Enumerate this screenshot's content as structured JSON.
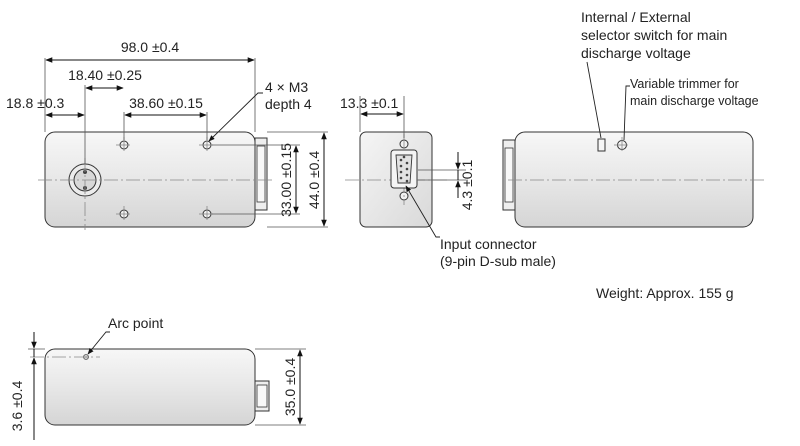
{
  "colors": {
    "body_fill": "#e9e9e9",
    "outline": "#333333",
    "dimension_line": "#111111",
    "center_line": "#888888",
    "text": "#222222"
  },
  "dimensions": {
    "overall_length": "98.0 ±0.4",
    "hole_offset": "18.40 ±0.25",
    "hole_pitch": "38.60 ±0.15",
    "knob_offset": "18.8 ±0.3",
    "hole_spacing_vertical": "33.00 ±0.15",
    "overall_height": "44.0 ±0.4",
    "end_width": "13.3 ±0.1",
    "connector_offset": "4.3 ±0.1",
    "arc_offset": "3.6 ±0.4",
    "side_height": "35.0 ±0.4"
  },
  "callouts": {
    "mount_holes_line1": "4 × M3",
    "mount_holes_line2": "depth 4",
    "selector_line1": "Internal / External",
    "selector_line2": "selector switch for main",
    "selector_line3": "discharge voltage",
    "trimmer_line1": "Variable trimmer for",
    "trimmer_line2": "main discharge voltage",
    "input_line1": "Input connector",
    "input_line2": "(9-pin D-sub male)",
    "arc_point": "Arc point"
  },
  "weight": "Weight: Approx. 155 g"
}
